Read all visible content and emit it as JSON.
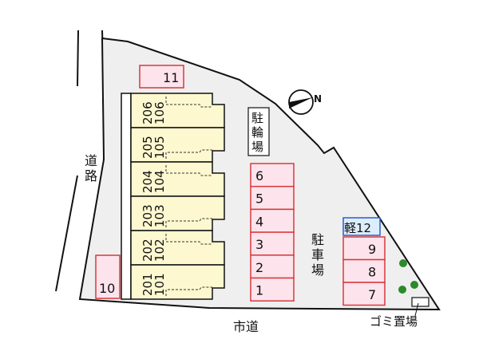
{
  "roads": {
    "left_road_label": [
      "道",
      "路"
    ],
    "bottom_road_label": "市道"
  },
  "building": {
    "units": [
      {
        "upper": "206",
        "lower": "106"
      },
      {
        "upper": "205",
        "lower": "105"
      },
      {
        "upper": "204",
        "lower": "104"
      },
      {
        "upper": "203",
        "lower": "103"
      },
      {
        "upper": "202",
        "lower": "102"
      },
      {
        "upper": "201",
        "lower": "101"
      }
    ],
    "fill_color": "#fdf8d0"
  },
  "bicycle_parking": {
    "label": [
      "駐",
      "輪",
      "場"
    ]
  },
  "parking_lot": {
    "label": [
      "駐",
      "車",
      "場"
    ]
  },
  "parking_spaces": {
    "stall_fill": "#fde4ec",
    "stall_border": "#d9383e",
    "center_column": [
      "6",
      "5",
      "4",
      "3",
      "2",
      "1"
    ],
    "right_column": [
      "9",
      "8",
      "7"
    ],
    "top_stall": "11",
    "left_stall": "10",
    "kei_stall": {
      "label": "軽12",
      "fill": "#dcedfb",
      "border": "#2a5bd0"
    }
  },
  "garbage": {
    "label": "ゴミ置場"
  },
  "compass": {
    "label": "N"
  },
  "lot": {
    "fill": "#efefef",
    "tree_color": "#2b8a2b"
  }
}
